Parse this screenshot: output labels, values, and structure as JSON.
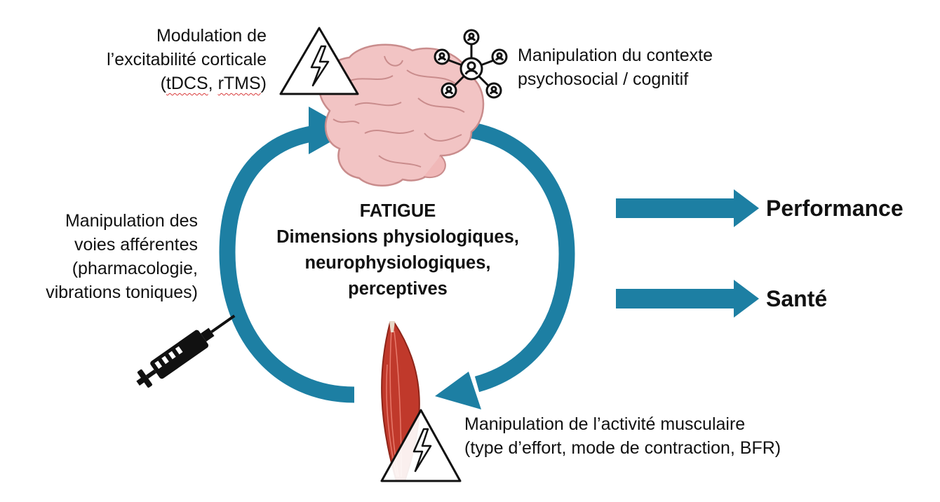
{
  "colors": {
    "arrow": "#1d7fa3",
    "brain_fill": "#f2c4c4",
    "brain_stroke": "#c98c8c",
    "muscle": "#c0392b",
    "ink": "#111111"
  },
  "icons": {
    "top_warning": "lightning-warning-icon",
    "network": "people-network-icon",
    "brain": "brain-icon",
    "syringe": "syringe-icon",
    "muscle": "muscle-icon",
    "bottom_warning": "lightning-warning-icon"
  },
  "labels": {
    "cortical": {
      "line1": "Modulation de",
      "line2": "l’excitabilité corticale",
      "line3_open": "(",
      "line3_tdcs": "tDCS",
      "line3_sep": ", ",
      "line3_rtms": "rTMS",
      "line3_close": ")"
    },
    "psychosocial": {
      "line1": "Manipulation du contexte",
      "line2": "psychosocial / cognitif"
    },
    "afferent": {
      "line1": "Manipulation des",
      "line2": "voies afférentes",
      "line3": "(pharmacologie,",
      "line4": "vibrations toniques)"
    },
    "muscular": {
      "line1": "Manipulation de l’activité musculaire",
      "line2": "(type d’effort, mode de contraction, BFR)"
    }
  },
  "center": {
    "title": "FATIGUE",
    "line1": "Dimensions physiologiques,",
    "line2": "neurophysiologiques,",
    "line3": "perceptives"
  },
  "outcomes": {
    "performance": "Performance",
    "health": "Santé"
  }
}
